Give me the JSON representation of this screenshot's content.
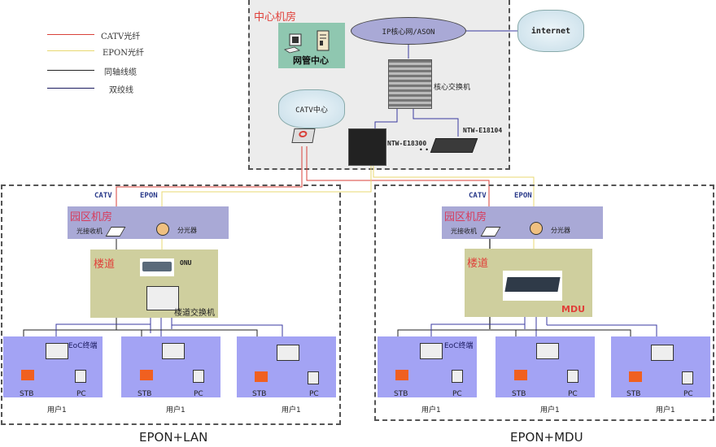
{
  "legend": [
    {
      "label": "CATV光纤",
      "color": "#d9413a",
      "icon": "red-line"
    },
    {
      "label": "EPON光纤",
      "color": "#e8d870",
      "icon": "yellow-line"
    },
    {
      "label": "同轴线缆",
      "color": "#222222",
      "icon": "black-line"
    },
    {
      "label": "双绞线",
      "color": "#1a1a5e",
      "icon": "navy-line"
    }
  ],
  "center": {
    "title": "中心机房",
    "nms_label": "网管中心",
    "core_net": "IP核心网/ASON",
    "internet": "internet",
    "core_switch": "核心交换机",
    "catv_center": "CATV中心",
    "olt1": "NTW-E18300",
    "olt2": "NTW-E18104",
    "ellipsis": "• •"
  },
  "left": {
    "catv": "CATV",
    "epon": "EPON",
    "park_room": "园区机房",
    "receiver": "光接收机",
    "splitter": "分光器",
    "corridor": "楼道",
    "onu": "ONU",
    "floor_switch": "楼道交换机",
    "eoc": "EoC终端",
    "users": [
      {
        "stb": "STB",
        "pc": "PC",
        "name": "用户1"
      },
      {
        "stb": "STB",
        "pc": "PC",
        "name": "用户1"
      },
      {
        "stb": "STB",
        "pc": "PC",
        "name": "用户1"
      }
    ],
    "caption": "EPON+LAN"
  },
  "right": {
    "catv": "CATV",
    "epon": "EPON",
    "park_room": "园区机房",
    "receiver": "光接收机",
    "splitter": "分光器",
    "corridor": "楼道",
    "mdu": "MDU",
    "eoc": "EoC终端",
    "users": [
      {
        "stb": "STB",
        "pc": "PC",
        "name": "用户1"
      },
      {
        "stb": "STB",
        "pc": "PC",
        "name": "用户1"
      },
      {
        "stb": "STB",
        "pc": "PC",
        "name": "用户1"
      }
    ],
    "caption": "EPON+MDU"
  },
  "colors": {
    "catv_fiber": "#d9413a",
    "epon_fiber": "#e8d870",
    "coax": "#222222",
    "twisted": "#2a2a9a",
    "park_room_bg": "#a9a9d6",
    "corridor_bg": "#cfcf9e",
    "user_bg": "#a3a3f4"
  }
}
